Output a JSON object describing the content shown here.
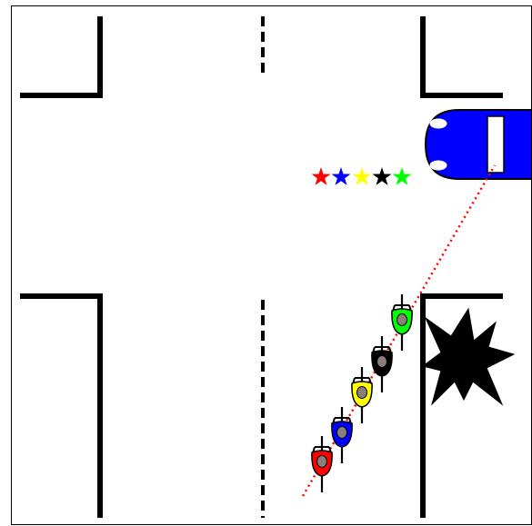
{
  "colors": {
    "background": "#ffffff",
    "border": "#000000",
    "road_marking": "#000000",
    "car": "#0000ff",
    "sight_line": "#ff0000",
    "obstacle": "#000000"
  },
  "road": {
    "corner_marks": [
      "top-left",
      "top-right",
      "bottom-left",
      "bottom-right"
    ],
    "center_dashes": [
      "top",
      "bottom"
    ]
  },
  "car": {
    "name": "car-icon",
    "color": "#0000ff",
    "direction": "left"
  },
  "sight_line": {
    "style": "dotted",
    "color": "#ff0000"
  },
  "stars": {
    "colors": [
      "#ff0000",
      "#0000ff",
      "#ffff00",
      "#000000",
      "#00ff00"
    ]
  },
  "cyclists": {
    "colors": [
      "#ff0000",
      "#0000ff",
      "#ffff00",
      "#000000",
      "#00ff00"
    ]
  },
  "obstacle": {
    "name": "explosion-obstacle-icon",
    "color": "#000000"
  }
}
